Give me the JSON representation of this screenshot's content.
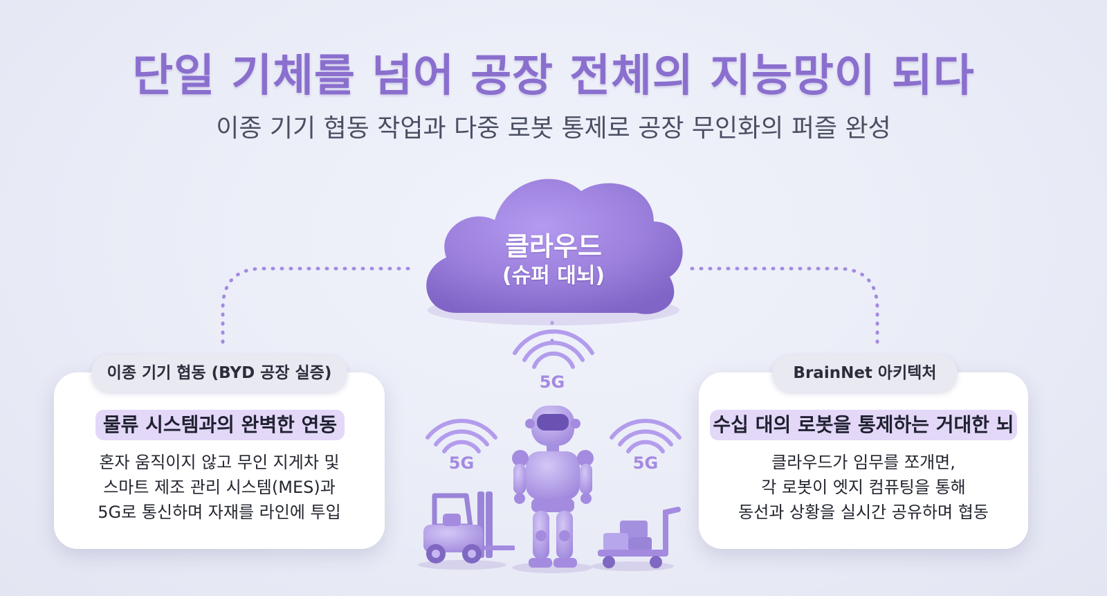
{
  "title": "단일 기체를 넘어 공장 전체의 지능망이 되다",
  "subtitle": "이종 기기 협동 작업과 다중 로봇 통제로 공장 무인화의 퍼즐 완성",
  "cloud": {
    "line1": "클라우드",
    "line2": "(슈퍼 대뇌)"
  },
  "signals": [
    "5G",
    "5G",
    "5G"
  ],
  "left_card": {
    "pill": "이종 기기 협동 (BYD 공장 실증)",
    "highlight": "물류 시스템과의 완벽한 연동",
    "lines": [
      "혼자 움직이지 않고 무인 지게차 및",
      "스마트 제조 관리 시스템(MES)과",
      "5G로 통신하며 자재를 라인에 투입"
    ]
  },
  "right_card": {
    "pill": "BrainNet 아키텍처",
    "highlight": "수십 대의 로봇을 통제하는 거대한 뇌",
    "lines": [
      "클라우드가 임무를 쪼개면,",
      "각 로봇이 엣지 컴퓨팅을 통해",
      "동선과 상황을 실시간 공유하며 협동"
    ]
  },
  "icons": [
    "cloud-icon",
    "robot-icon",
    "forklift-icon",
    "cart-icon",
    "wifi-icon"
  ],
  "colors": {
    "accent": "#8a6fcf",
    "cloud": "#9b7fdc",
    "highlight_bg": "#e3d8f7",
    "device": "#b8a6ec"
  }
}
